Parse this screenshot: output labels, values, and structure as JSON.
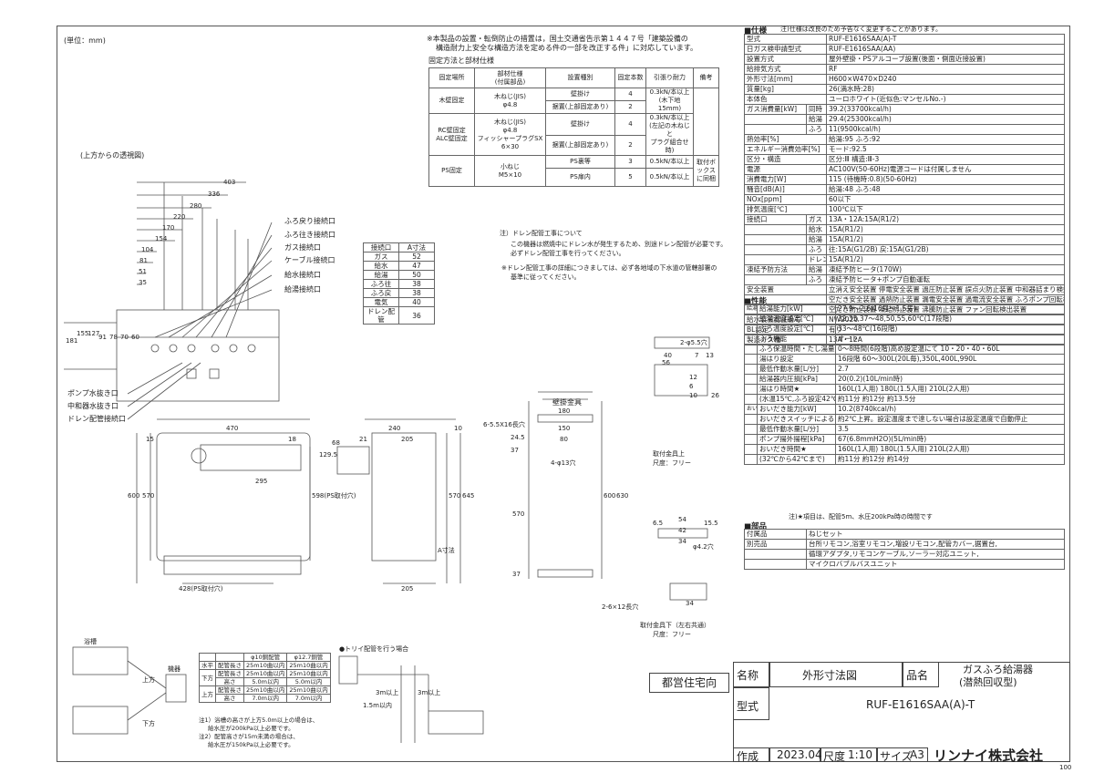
{
  "unit_note": "(単位：mm)",
  "top_notes": [
    "※本製品の設置・転倒防止の措置は，国土交通省告示第１４４７号「建築設備の",
    "構造耐力上安全な構造方法を定める件の一部を改正する件」に対応しています。"
  ],
  "fix_title": "固定方法と部材仕様",
  "fix_table": {
    "headers": [
      "固定場所",
      "部材仕様\n(付属部品)",
      "設置種別",
      "固定本数",
      "引張り耐力",
      "備考"
    ],
    "rows": [
      [
        "木壁固定",
        "木ねじ(JIS)\nφ4.8",
        "壁掛け",
        "4",
        "0.3kN/本以上\n(木下地15mm)",
        ""
      ],
      [
        "",
        "",
        "据置(上部固定あり)",
        "2",
        "",
        ""
      ],
      [
        "RC壁固定\nALC壁固定",
        "木ねじ(JIS)\nφ4.8\nフィッシャープラグSX\n6×30",
        "壁掛け",
        "4",
        "0.3kN/本以上\n(左記の木ねじと\nプラグ組合せ時)",
        ""
      ],
      [
        "",
        "",
        "据置(上部固定あり)",
        "2",
        "",
        ""
      ],
      [
        "PS固定",
        "小ねじ\nM5×10",
        "PS裏等",
        "3",
        "0.5kN/本以上",
        "取付ボックス\nに同梱"
      ],
      [
        "",
        "",
        "PS扉内",
        "5",
        "0.5kN/本以上",
        ""
      ]
    ]
  },
  "top_view_label": "(上方からの透視図)",
  "top_dims": [
    "403",
    "336",
    "280",
    "220",
    "170",
    "154",
    "104",
    "81",
    "51",
    "35"
  ],
  "side_dims": [
    "181",
    "155",
    "127",
    "91",
    "78",
    "70",
    "60"
  ],
  "left_labels": [
    "ふろ戻り接続口",
    "ふろ往き接続口",
    "ガス接続口",
    "ケーブル接続口",
    "給水接続口",
    "給湯接続口"
  ],
  "bottom_labels": [
    "ポンプ水抜き口",
    "中和器水抜き口",
    "ドレン配管接続口"
  ],
  "conn_table": {
    "headers": [
      "接続口",
      "A寸法"
    ],
    "rows": [
      [
        "ガス",
        "52"
      ],
      [
        "給水",
        "47"
      ],
      [
        "給湯",
        "50"
      ],
      [
        "ふろ往",
        "38"
      ],
      [
        "ふろ戻",
        "38"
      ],
      [
        "電気",
        "40"
      ],
      [
        "ドレン配管",
        "36"
      ]
    ]
  },
  "drain_notes": [
    "注）ドレン配管工事について",
    "この機器は燃焼中にドレン水が発生するため、別途ドレン配管が必要です。",
    "必ずドレン配管工事を行ってください。",
    "※ドレン配管工事の詳細につきましては、必ず各地域の下水道の管轄部署の",
    "基準に従ってください。"
  ],
  "front_dims": {
    "w": "470",
    "h1": "600",
    "h2": "570",
    "d1": "295",
    "d2": "428(PS取付穴)",
    "d3": "598(PS取付穴)",
    "d4": "15",
    "d5": "18",
    "d6": "129.5"
  },
  "side_view_dims": {
    "a": "240",
    "b": "205",
    "c": "10",
    "d": "21",
    "e": "68",
    "f": "570",
    "g": "645",
    "h": "205",
    "ia": "A寸法"
  },
  "bracket_label": "壁掛金具",
  "bracket_dims": [
    "180",
    "150",
    "80",
    "6-5.5X16長穴",
    "24.5",
    "37",
    "4-φ13穴",
    "570",
    "600",
    "630",
    "37"
  ],
  "top_bracket": {
    "title": "取付金具上",
    "scale": "尺度：フリー",
    "dims": [
      "2-φ5.5穴",
      "40",
      "56",
      "7",
      "13",
      "12",
      "6",
      "10",
      "26"
    ]
  },
  "bottom_bracket": {
    "title": "取付金具下（左右共通）",
    "scale": "尺度：フリー",
    "dims": [
      "6.5",
      "54",
      "42",
      "15.5",
      "34",
      "φ4.2穴",
      "2-6×12長穴",
      "34"
    ]
  },
  "spec_title": "■仕様",
  "spec_note": "注)仕様は改良のため予告なく変更することがあります。",
  "spec_rows": [
    [
      "型式",
      "",
      "RUF-E1616SAA(A)-T"
    ],
    [
      "日ガス検申請型式",
      "",
      "RUF-E1616SAA(AA)"
    ],
    [
      "設置方式",
      "",
      "屋外壁掛・PSアルコーブ設置(後面・側面近接設置)"
    ],
    [
      "給排気方式",
      "",
      "RF"
    ],
    [
      "外形寸法[mm]",
      "",
      "H600×W470×D240"
    ],
    [
      "質量[kg]",
      "",
      "26(満水時:28)"
    ],
    [
      "本体色",
      "",
      "ユーロホワイト(近似色:マンセルNo.-)"
    ],
    [
      "ガス消費量[kW]",
      "同時",
      "39.2(33700kcal/h)"
    ],
    [
      "",
      "給湯",
      "29.4(25300kcal/h)"
    ],
    [
      "",
      "ふろ",
      "11(9500kcal/h)"
    ],
    [
      "熱効率[%]",
      "",
      "給湯:95 ふろ:92"
    ],
    [
      "エネルギー消費効率[%]",
      "",
      "モード:92.5"
    ],
    [
      "区分・構造",
      "",
      "区分:Ⅲ 構造:Ⅲ-3"
    ],
    [
      "電源",
      "",
      "AC100V(50-60Hz)電源コードは付属しません"
    ],
    [
      "消費電力[W]",
      "",
      "115 (待機時:0.8)(50-60Hz)"
    ],
    [
      "騒音[dB(A)]",
      "",
      "給湯:48 ふろ:48"
    ],
    [
      "NOx[ppm]",
      "",
      "60以下"
    ],
    [
      "排気温度[℃]",
      "",
      "100℃以下"
    ],
    [
      "接続口",
      "ガス",
      "13A・12A:15A(R1/2)"
    ],
    [
      "",
      "給水",
      "15A(R1/2)"
    ],
    [
      "",
      "給湯",
      "15A(R1/2)"
    ],
    [
      "",
      "ふろ",
      "往:15A(G1/2B) 戻:15A(G1/2B)"
    ],
    [
      "",
      "ドレン",
      "15A(R1/2)"
    ],
    [
      "凍結予防方法",
      "給湯",
      "凍結予防ヒータ(170W)"
    ],
    [
      "",
      "ふろ",
      "凍結予防ヒータ+ポンプ自動運転"
    ],
    [
      "安全装置",
      "",
      "立消え安全装置 停電安全装置 過圧防止装置 誤点火防止装置 中和器詰まり検知装置"
    ],
    [
      "",
      "",
      "空だき安全装置 過熱防止装置 漏電安全装置 過電流安全装置 ふろポンプ回転検出装置"
    ],
    [
      "",
      "",
      "空だき防止装置 凍結防止装置 沸騰防止装置 ファン回転検出装置"
    ],
    [
      "給水装置認証番号",
      "",
      "NW2020"
    ],
    [
      "BL認定",
      "",
      "有り"
    ],
    [
      "製造ガス種",
      "",
      "13A・12A"
    ]
  ],
  "perf_title": "■性能",
  "perf_rows": [
    [
      "給湯・ふろはり",
      "給湯能力[kW]",
      "27.9～2.6(16号～1.5号)"
    ],
    [
      "",
      "給湯温度設定[℃]",
      "32,35,37～48,50,55,60℃(17段階)"
    ],
    [
      "",
      "ふろ温度設定[℃]",
      "33～48℃(16段階)"
    ],
    [
      "",
      "ふろ機能",
      "オート"
    ],
    [
      "",
      "ふろ保温時間・たし湯量",
      "0～8時間(6段階)高め設定温にて 10・20・40・60L"
    ],
    [
      "",
      "湯はり設定",
      "16段階 60～300L(20L毎),350L,400L,990L"
    ],
    [
      "",
      "最低作動水量[L/分]",
      "2.7"
    ],
    [
      "",
      "給湯器内圧損[kPa]",
      "20(0.2)(10L/min時)"
    ],
    [
      "",
      "湯はり時間★",
      "160L(1人用) 180L(1.5人用) 210L(2人用)"
    ],
    [
      "",
      "(水温15℃,ふろ設定42℃)",
      "約11分 約12分 約13.5分"
    ],
    [
      "おいだき",
      "おいだき能力[kW]",
      "10.2(8740kcal/h)"
    ],
    [
      "",
      "おいだきスイッチによるおいだき",
      "約2℃上昇。設定温度まで達しない場合は設定温度で自動停止"
    ],
    [
      "",
      "最低作動水量[L/分]",
      "3.5"
    ],
    [
      "",
      "ポンプ揚外揚程[kPa]",
      "67(6.8mmH2O)(5L/min時)"
    ],
    [
      "",
      "おいだき時間★",
      "160L(1人用) 180L(1.5人用) 210L(2人用)"
    ],
    [
      "",
      "(32℃から42℃まで)",
      "約11分 約12分 約14分"
    ]
  ],
  "perf_note": "注)★項目は、配管5m、水圧200kPa時の時間です",
  "parts_title": "■部品",
  "parts_rows": [
    [
      "付属品",
      "ねじセット"
    ],
    [
      "別売品",
      "台所リモコン,浴室リモコン,増設リモコン,配管カバー,据置台,"
    ],
    [
      "",
      "循環アダプタ,リモコンケーブル,ソーラー対応ユニット,"
    ],
    [
      "",
      "マイクロバブルバスユニット"
    ]
  ],
  "pipe_table": {
    "headers": [
      "",
      "",
      "φ10銅配管",
      "φ12.7銅管"
    ],
    "rows": [
      [
        "水平",
        "配管長さ",
        "25m10曲以内",
        "25m10曲以内"
      ],
      [
        "下方",
        "配管長さ",
        "25m10曲以内",
        "25m10曲以内"
      ],
      [
        "",
        "高さ",
        "5.0m以内",
        "5.0m以内"
      ],
      [
        "上方",
        "配管長さ",
        "25m10曲以内",
        "25m10曲以内"
      ],
      [
        "",
        "高さ",
        "7.0m以内",
        "7.0m以内"
      ]
    ],
    "notes": [
      "注1）浴槽の高さが上方5.0m以上の場合は、",
      "給水圧が200kPa以上必要です。",
      "注2）配管高さが15m未満の場合は、",
      "給水圧が150kPa以上必要です。"
    ]
  },
  "trai_title": "●トリイ配管を行う場合",
  "pipe_drawing_labels": [
    "上方",
    "下方",
    "機器",
    "浴槽",
    "1.5m以内",
    "3m以上",
    "3m以上"
  ],
  "stamp": "都営住宅向",
  "title_block": {
    "name_label": "名称",
    "name_value": "外形寸法図",
    "item_label": "品名",
    "item_value1": "ガスふろ給湯器",
    "item_value2": "(潜熱回収型)",
    "model_label": "型式",
    "model_value": "RUF-E1616SAA(A)-T",
    "date_label": "作成",
    "date_value": "2023.04",
    "scale_label": "尺度",
    "scale_value": "1:10",
    "size_label": "サイズ",
    "size_value": "A3",
    "company": "リンナイ株式会社",
    "page": "100"
  }
}
